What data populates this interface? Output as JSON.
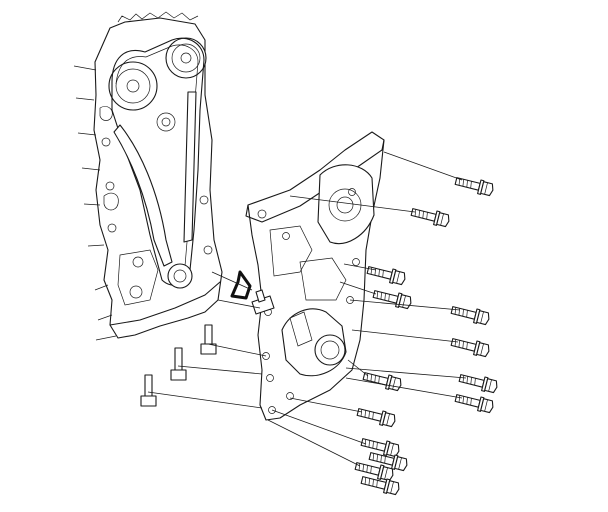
{
  "figure": {
    "description_text": "",
    "parts": {
      "engine_block": "engine-block-with-timing-chain",
      "chain_case": "timing-chain-case-cover",
      "seal": "o-ring-gasket",
      "bolt_count_right": 14,
      "bolt_count_lower_left": 3
    }
  }
}
